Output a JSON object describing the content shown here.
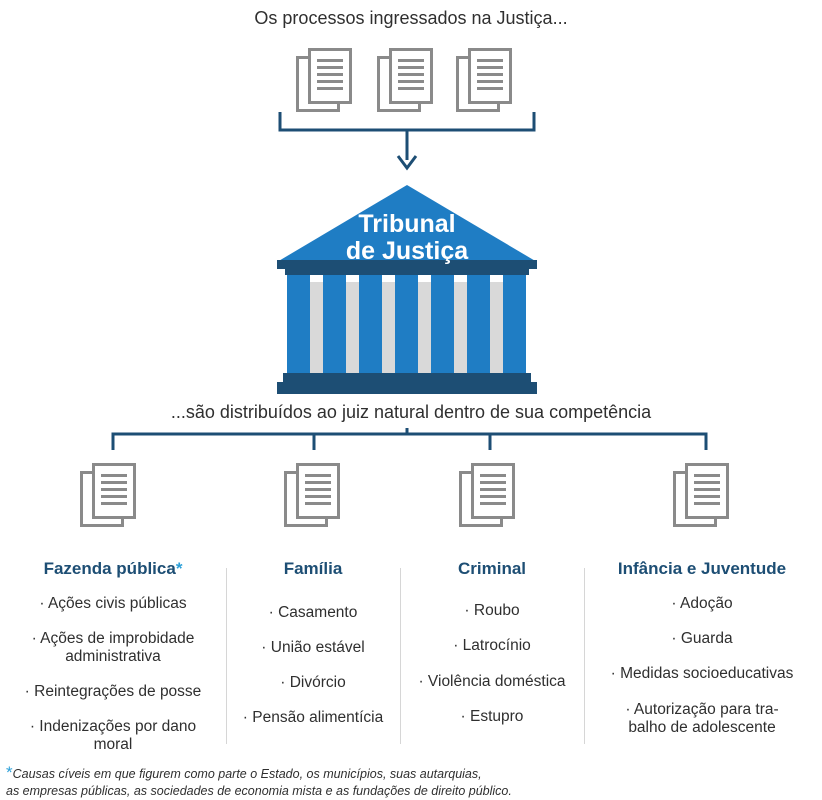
{
  "top_caption": "Os processos ingressados na Justiça...",
  "court": {
    "line1": "Tribunal",
    "line2": "de Justiça"
  },
  "mid_caption": "...são distribuídos ao juiz natural dentro de sua competência",
  "columns": [
    {
      "title": "Fazenda pública",
      "marker": "*",
      "items": [
        "· Ações civis públicas",
        "· Ações de improbidade",
        "administrativa",
        "· Reintegrações de posse",
        "· Indenizações por dano",
        "moral"
      ]
    },
    {
      "title": "Família",
      "items": [
        "· Casamento",
        "· União estável",
        "· Divórcio",
        "· Pensão alimentícia"
      ]
    },
    {
      "title": "Criminal",
      "items": [
        "· Roubo",
        "· Latrocínio",
        "· Violência doméstica",
        "· Estupro"
      ]
    },
    {
      "title": "Infância e Juventude",
      "items": [
        "· Adoção",
        "· Guarda",
        "· Medidas socioeducativas",
        "· Autorização para tra-",
        "balho de adolescente"
      ]
    }
  ],
  "footnote": {
    "marker": "*",
    "line1": "Causas cíveis em que figurem como parte o Estado, os municípios, suas autarquias,",
    "line2": "as empresas públicas, as sociedades de economia mista e as fundações de direito público."
  },
  "colors": {
    "dark_navy": "#1d4e74",
    "blue": "#1f7dc4",
    "accent": "#2a9fd8",
    "gray_doc": "#8a8a8a"
  }
}
